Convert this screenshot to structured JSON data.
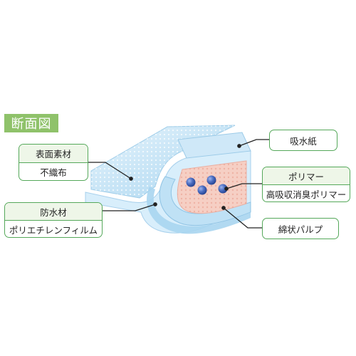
{
  "title": "断面図",
  "labels": {
    "surface": {
      "name": "表面素材",
      "material": "不織布"
    },
    "waterproof": {
      "name": "防水材",
      "material": "ポリエチレンフィルム"
    },
    "absorbent_paper": {
      "name": "吸水紙"
    },
    "polymer": {
      "name": "ポリマー",
      "material": "高吸収消臭ポリマー"
    },
    "pulp": {
      "name": "綿状パルプ"
    }
  },
  "colors": {
    "label_border": "#55a85a",
    "title_badge": "#8fc26a",
    "layer_blue": "#bfe1f5",
    "pulp_pink": "#f6cfc4",
    "polymer_bead": "#3f63b3"
  }
}
